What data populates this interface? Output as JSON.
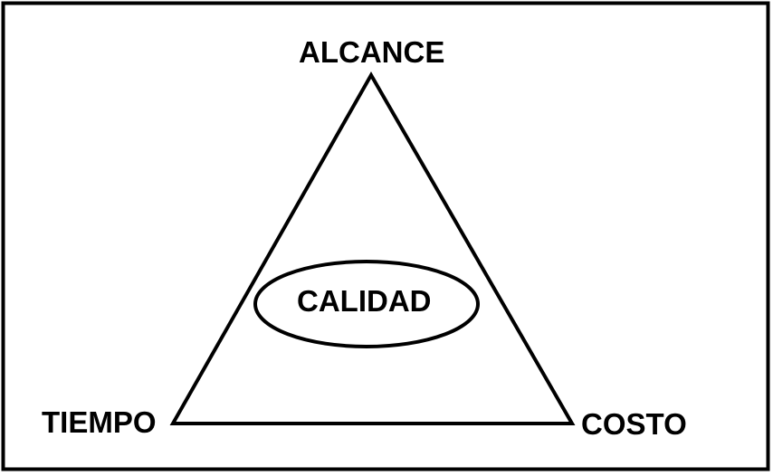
{
  "diagram": {
    "top_label": "ALCANCE",
    "center_label": "CALIDAD",
    "left_label": "TIEMPO",
    "right_label": "COSTO"
  },
  "colors": {
    "stroke": "#000000",
    "background": "#ffffff"
  }
}
